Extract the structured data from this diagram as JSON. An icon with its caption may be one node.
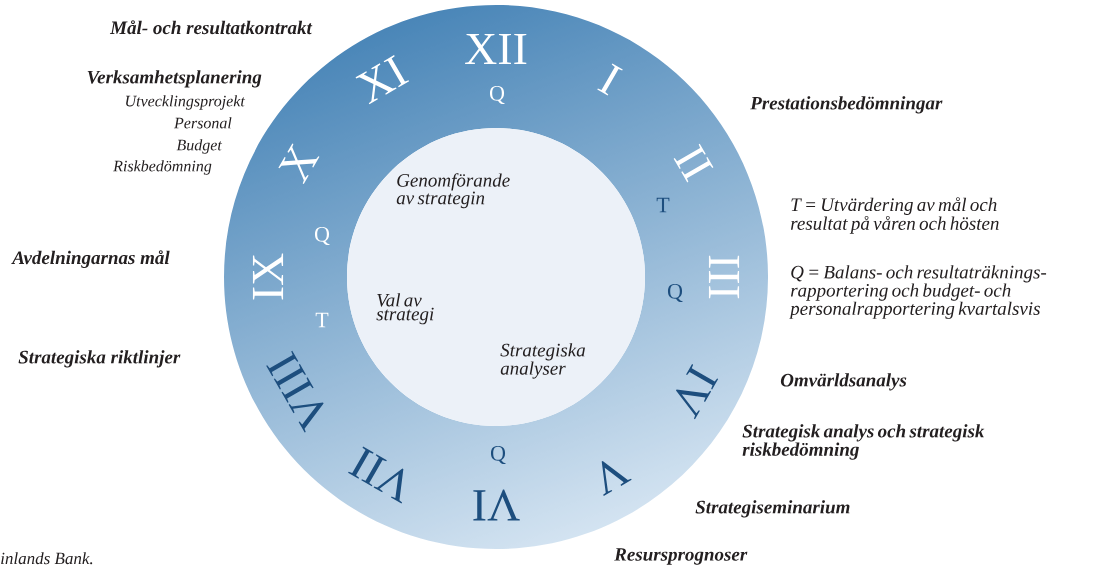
{
  "diagram": {
    "nodes": [
      {
        "text": [
          "XII",
          "I",
          "II",
          "III",
          "IV",
          "V",
          "VI",
          "VII",
          "VIII",
          "IX",
          "X",
          "XI",
          "Q",
          "T",
          "Q",
          "Q",
          "T",
          "Q"
        ]
      },
      {
        "text": [
          "Genomförande av strategin",
          "Val av strategi",
          "Strategiska analyser"
        ],
        "in": 0
      }
    ],
    "edges": [],
    "labels": [
      "Mål- och resultatkontrakt",
      "Verksamhetsplanering",
      "Utvecklingsprojekt",
      "Personal",
      "Budget",
      "Riskbedömning",
      "Prestationsbedömningar",
      "T = Utvärdering av mål och resultat på våren och hösten",
      "Avdelningarnas mål",
      "Q = Balans- och resultaträknings- rapportering och budget- och personalrapportering kvartalsvis",
      "Strategiska riktlinjer",
      "Omvärldsanalys",
      "Strategisk analys och strategisk riskbedömning",
      "Strategiseminarium",
      "inlands Bank.",
      "Resursprognoser"
    ]
  }
}
